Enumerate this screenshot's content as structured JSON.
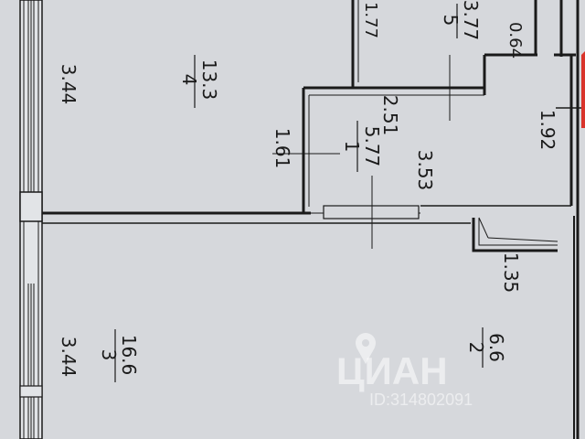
{
  "rooms": [
    {
      "number": "4",
      "area": "13.3",
      "width": "3.44"
    },
    {
      "number": "1",
      "area": "5.77",
      "width": "3.53"
    },
    {
      "number": "3",
      "area": "16.6",
      "width": "3.44"
    },
    {
      "number": "2",
      "area": "6.6"
    },
    {
      "number": "5",
      "area": "3.77"
    }
  ],
  "dimensions": {
    "d_161": "1.61",
    "d_251": "2.51",
    "d_192": "1.92",
    "d_135": "1.35",
    "d_064": "0.64",
    "d_177": "1.77"
  },
  "watermark": {
    "brand": "ЦИАН",
    "id": "ID:314802091"
  },
  "colors": {
    "paper": "#d6d8dc",
    "wall": "#1a1a1a",
    "accent": "#d9342b",
    "watermark": "#ffffff"
  }
}
